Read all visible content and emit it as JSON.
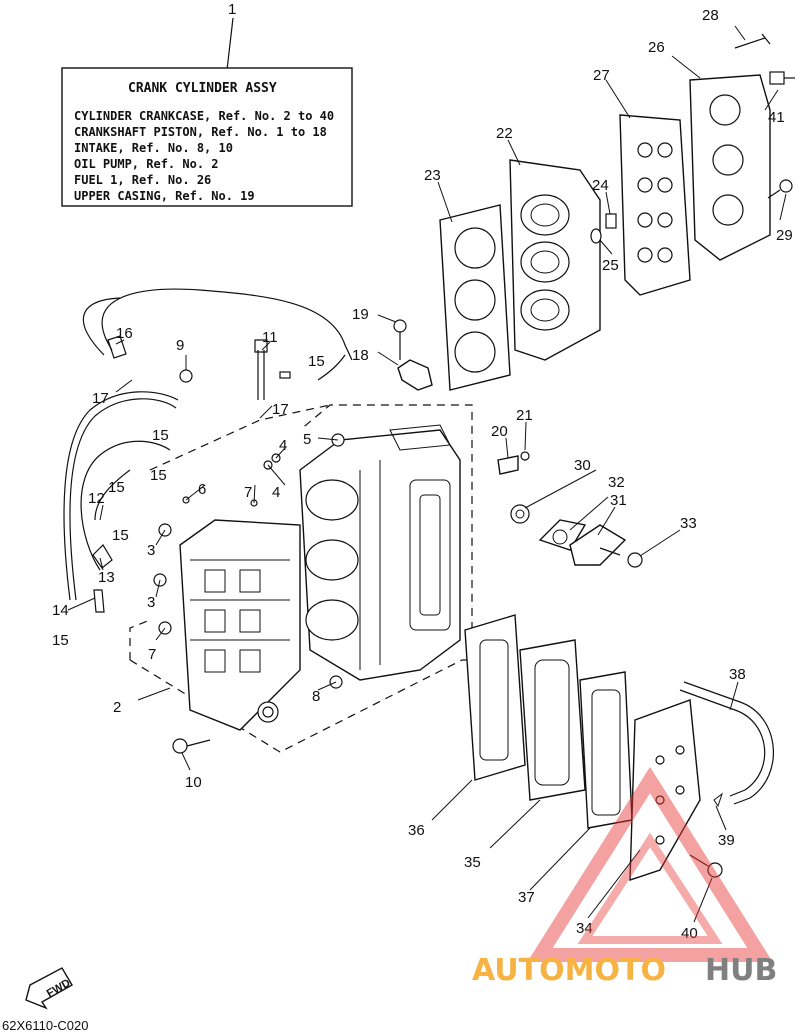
{
  "info_box": {
    "ref": "1",
    "title": "CRANK CYLINDER ASSY",
    "lines": [
      "CYLINDER CRANKCASE, Ref. No. 2 to 40",
      "CRANKSHAFT PISTON,   Ref. No. 1 to 18",
      "INTAKE,     Ref. No. 8, 10",
      "OIL PUMP, Ref. No. 2",
      "FUEL 1,     Ref. No. 26",
      "UPPER CASING, Ref. No. 19"
    ]
  },
  "callouts": {
    "c2": "2",
    "c3a": "3",
    "c3b": "3",
    "c4a": "4",
    "c4b": "4",
    "c5": "5",
    "c6": "6",
    "c7a": "7",
    "c7b": "7",
    "c7c": "7",
    "c8": "8",
    "c9": "9",
    "c10": "10",
    "c11": "11",
    "c12": "12",
    "c13": "13",
    "c14": "14",
    "c15a": "15",
    "c15b": "15",
    "c15c": "15",
    "c15d": "15",
    "c15e": "15",
    "c15f": "15",
    "c15g": "15",
    "c16": "16",
    "c17a": "17",
    "c17b": "17",
    "c18": "18",
    "c19": "19",
    "c20": "20",
    "c21": "21",
    "c22": "22",
    "c23": "23",
    "c24": "24",
    "c25": "25",
    "c26": "26",
    "c27": "27",
    "c28": "28",
    "c29": "29",
    "c30": "30",
    "c31": "31",
    "c32": "32",
    "c33": "33",
    "c34": "34",
    "c35": "35",
    "c36": "36",
    "c37": "37",
    "c38": "38",
    "c39": "39",
    "c40": "40",
    "c41": "41"
  },
  "fwd_label": "FWD",
  "diagram_code": "62X6110-C020",
  "watermark": {
    "part1": "AUTOMOTO",
    "part2": "HUB",
    "color1": "#f5a623",
    "color2": "#6b6b6b",
    "triangle_color": "#e53935"
  }
}
